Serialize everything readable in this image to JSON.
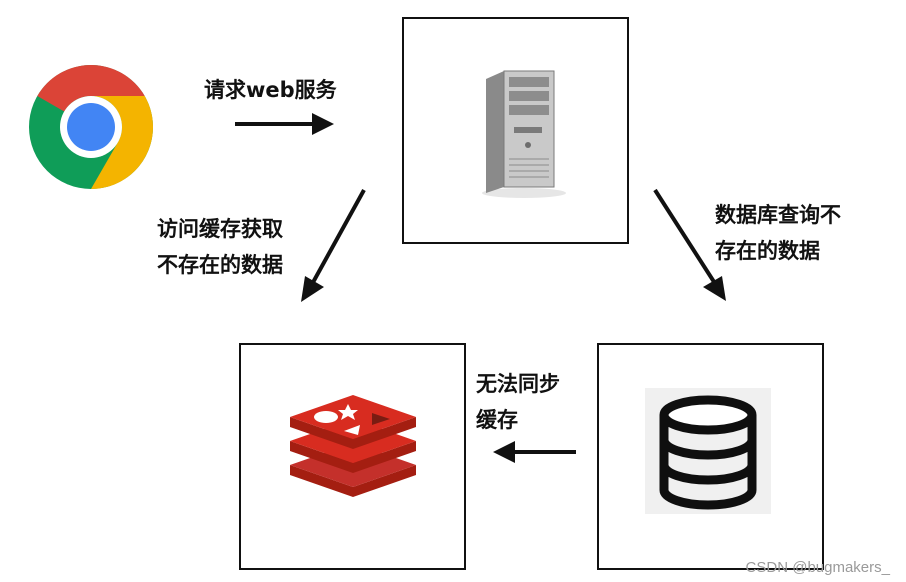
{
  "labels": {
    "request_web": "请求web服务",
    "cache_miss_line1": "访问缓存获取",
    "cache_miss_line2": "不存在的数据",
    "db_query_line1": "数据库查询不",
    "db_query_line2": "存在的数据",
    "sync_fail_line1": "无法同步",
    "sync_fail_line2": "缓存"
  },
  "watermark": "CSDN @bugmakers_",
  "icons": {
    "browser": "chrome-icon",
    "server": "server-tower-icon",
    "cache": "redis-icon",
    "database": "database-icon"
  },
  "colors": {
    "redis_red": "#c4302b",
    "chrome_red": "#db4437",
    "chrome_green": "#0f9d58",
    "chrome_yellow": "#f4b400",
    "chrome_blue": "#4285f4"
  }
}
